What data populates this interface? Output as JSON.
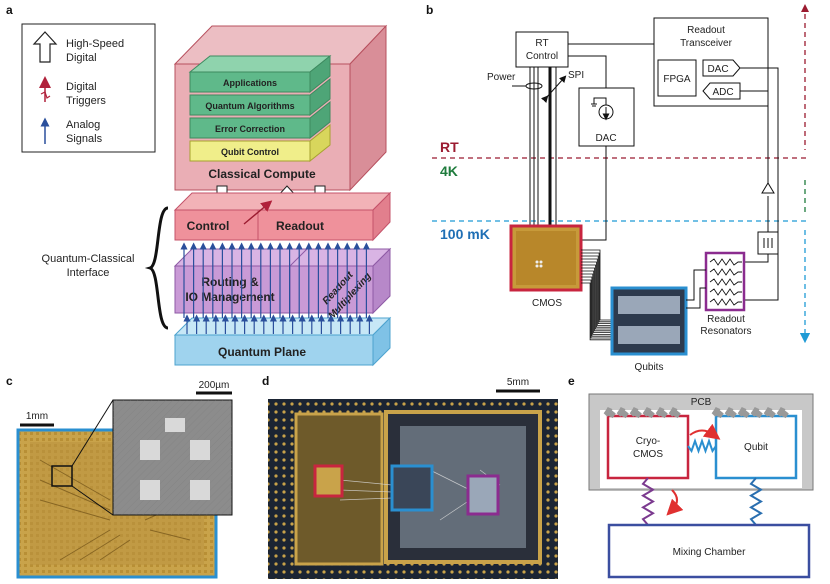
{
  "panels": {
    "a": "a",
    "b": "b",
    "c": "c",
    "d": "d",
    "e": "e"
  },
  "legend": {
    "high_speed_1": "High-Speed",
    "high_speed_2": "Digital",
    "digital_triggers_1": "Digital",
    "digital_triggers_2": "Triggers",
    "analog_1": "Analog",
    "analog_2": "Signals"
  },
  "stack": {
    "applications": "Applications",
    "quantum_algorithms": "Quantum Algorithms",
    "error_correction": "Error Correction",
    "qubit_control": "Qubit Control",
    "classical_compute": "Classical Compute",
    "control": "Control",
    "readout": "Readout",
    "routing_1": "Routing &",
    "routing_2": "IO Management",
    "readout_mux_1": "Readout",
    "readout_mux_2": "Multiplexing",
    "quantum_plane": "Quantum Plane",
    "interface_1": "Quantum-Classical",
    "interface_2": "Interface"
  },
  "system": {
    "rt_control_1": "RT",
    "rt_control_2": "Control",
    "readout_tx_1": "Readout",
    "readout_tx_2": "Transceiver",
    "fpga": "FPGA",
    "dac": "DAC",
    "adc": "ADC",
    "dac_low": "DAC",
    "power": "Power",
    "spi": "SPI",
    "rt": "RT",
    "k4": "4K",
    "mk100": "100 mK",
    "cmos": "CMOS",
    "qubits": "Qubits",
    "resonators_1": "Readout",
    "resonators_2": "Resonators"
  },
  "photo_c": {
    "scale_big": "200µm",
    "scale_small": "1mm"
  },
  "photo_d": {
    "scale": "5mm"
  },
  "thermal": {
    "pcb": "PCB",
    "cryo_1": "Cryo-",
    "cryo_2": "CMOS",
    "qubit": "Qubit",
    "mixing": "Mixing Chamber"
  },
  "colors": {
    "rt": "#9b1b30",
    "k4": "#1e7b3c",
    "mk100": "#1f6fb5",
    "cmos_red": "#c8253f",
    "qubit_blue": "#2a8fd0",
    "resonator_purple": "#8b2c8f",
    "classical_box": "#e6a0a8",
    "green_layer": "#5fb98a",
    "yellow_layer": "#f0ee8a",
    "routing_purple": "#c99ad6",
    "quantum_plane": "#9fd3ee"
  }
}
